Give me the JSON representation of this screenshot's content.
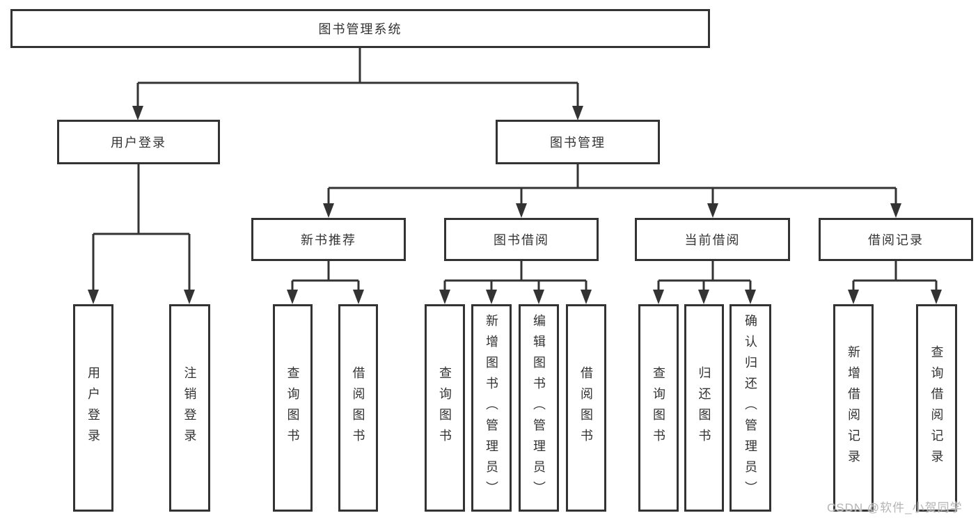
{
  "tree": {
    "root": {
      "label": "图书管理系统"
    },
    "branches": [
      {
        "label": "用户登录",
        "children": [
          {
            "label": "用户登录"
          },
          {
            "label": "注销登录"
          }
        ]
      },
      {
        "label": "图书管理",
        "children": [
          {
            "label": "新书推荐",
            "children": [
              {
                "label": "查询图书"
              },
              {
                "label": "借阅图书"
              }
            ]
          },
          {
            "label": "图书借阅",
            "children": [
              {
                "label": "查询图书"
              },
              {
                "label": "新增图书（管理员）"
              },
              {
                "label": "编辑图书（管理员）"
              },
              {
                "label": "借阅图书"
              }
            ]
          },
          {
            "label": "当前借阅",
            "children": [
              {
                "label": "查询图书"
              },
              {
                "label": "归还图书"
              },
              {
                "label": "确认归还（管理员）"
              }
            ]
          },
          {
            "label": "借阅记录",
            "children": [
              {
                "label": "新增借阅记录"
              },
              {
                "label": "查询借阅记录"
              }
            ]
          }
        ]
      }
    ]
  },
  "watermark": "CSDN @软件_小贺同学",
  "colors": {
    "line": "#333333",
    "box_border": "#333333",
    "text": "#333333",
    "watermark": "#b5b5b5",
    "background": "#ffffff"
  }
}
